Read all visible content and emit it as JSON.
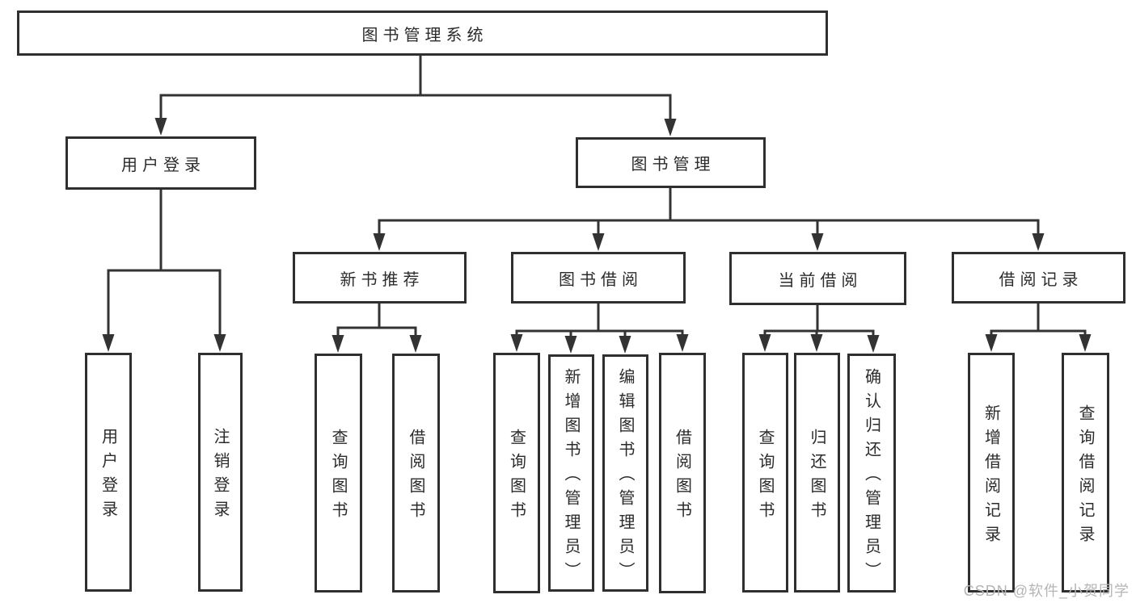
{
  "diagram": {
    "root": {
      "label": "图书管理系统"
    },
    "level2": [
      {
        "label": "用户登录",
        "children": [
          {
            "label": "用户登录"
          },
          {
            "label": "注销登录"
          }
        ]
      },
      {
        "label": "图书管理",
        "children": [
          {
            "label": "新书推荐",
            "children": [
              {
                "label": "查询图书"
              },
              {
                "label": "借阅图书"
              }
            ]
          },
          {
            "label": "图书借阅",
            "children": [
              {
                "label": "查询图书"
              },
              {
                "label": "新增图书（管理员）"
              },
              {
                "label": "编辑图书（管理员）"
              },
              {
                "label": "借阅图书"
              }
            ]
          },
          {
            "label": "当前借阅",
            "children": [
              {
                "label": "查询图书"
              },
              {
                "label": "归还图书"
              },
              {
                "label": "确认归还（管理员）"
              }
            ]
          },
          {
            "label": "借阅记录",
            "children": [
              {
                "label": "新增借阅记录"
              },
              {
                "label": "查询借阅记录"
              }
            ]
          }
        ]
      }
    ]
  },
  "watermark": {
    "text": "CSDN @软件_小贺同学"
  },
  "colors": {
    "line": "#333333",
    "box_border": "#2f2f2f",
    "text": "#2b2b2b",
    "watermark": "#b5b5b5",
    "background": "#ffffff"
  }
}
